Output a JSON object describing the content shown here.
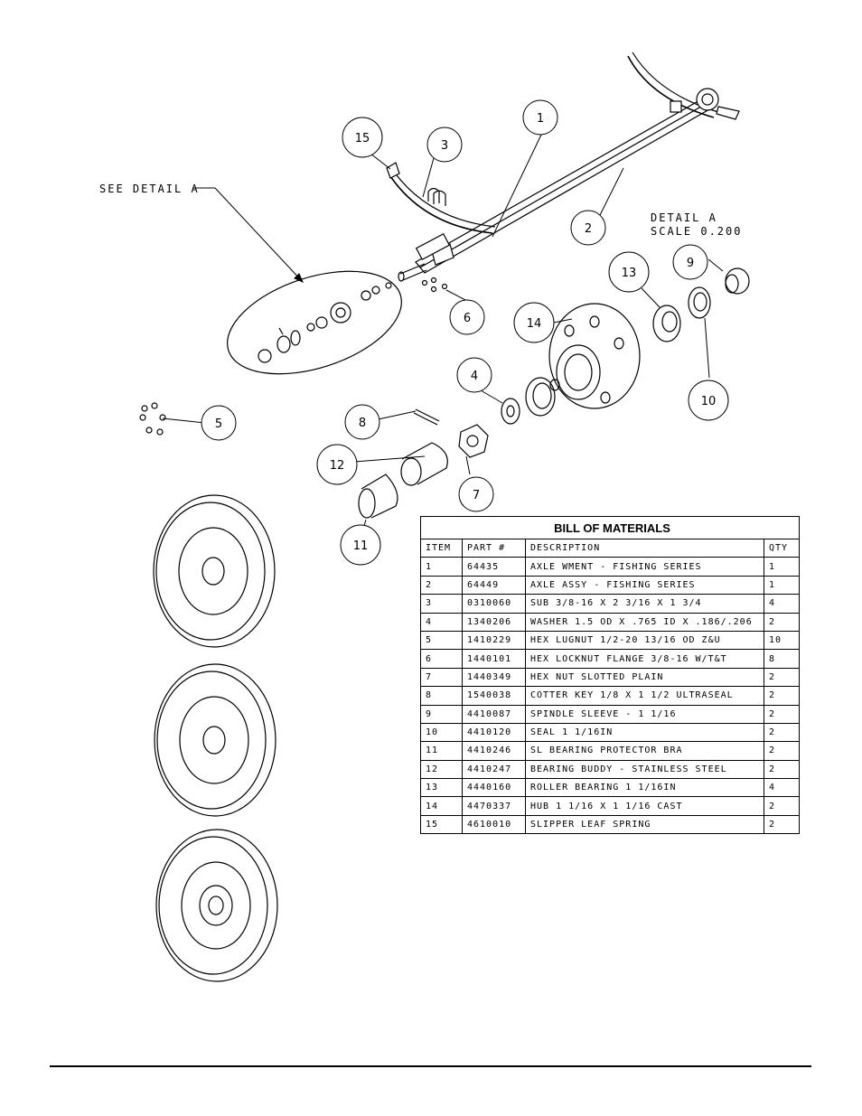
{
  "detail": {
    "see_detail": "SEE DETAIL  A",
    "title": "DETAIL  A",
    "scale": "SCALE  0.200"
  },
  "callouts": [
    "1",
    "2",
    "3",
    "4",
    "5",
    "6",
    "7",
    "8",
    "9",
    "10",
    "11",
    "12",
    "13",
    "14",
    "15"
  ],
  "bom": {
    "title": "BILL OF MATERIALS",
    "headers": [
      "ITEM",
      "PART #",
      "DESCRIPTION",
      "QTY"
    ],
    "rows": [
      [
        "1",
        "64435",
        "AXLE WMENT - FISHING SERIES",
        "1"
      ],
      [
        "2",
        "64449",
        "AXLE ASSY - FISHING SERIES",
        "1"
      ],
      [
        "3",
        "0310060",
        "SUB 3/8-16 X 2 3/16 X 1 3/4",
        "4"
      ],
      [
        "4",
        "1340206",
        "WASHER 1.5 OD X .765 ID X .186/.206",
        "2"
      ],
      [
        "5",
        "1410229",
        "HEX LUGNUT 1/2-20 13/16 OD Z&U",
        "10"
      ],
      [
        "6",
        "1440101",
        "HEX LOCKNUT FLANGE 3/8-16 W/T&T",
        "8"
      ],
      [
        "7",
        "1440349",
        "HEX NUT SLOTTED PLAIN",
        "2"
      ],
      [
        "8",
        "1540038",
        "COTTER KEY 1/8 X 1 1/2 ULTRASEAL",
        "2"
      ],
      [
        "9",
        "4410087",
        "SPINDLE SLEEVE - 1 1/16",
        "2"
      ],
      [
        "10",
        "4410120",
        "SEAL  1 1/16IN",
        "2"
      ],
      [
        "11",
        "4410246",
        "SL BEARING PROTECTOR BRA",
        "2"
      ],
      [
        "12",
        "4410247",
        "BEARING BUDDY - STAINLESS STEEL",
        "2"
      ],
      [
        "13",
        "4440160",
        "ROLLER BEARING   1 1/16IN",
        "4"
      ],
      [
        "14",
        "4470337",
        "HUB  1 1/16 X 1 1/16 CAST",
        "2"
      ],
      [
        "15",
        "4610010",
        "SLIPPER LEAF SPRING",
        "2"
      ]
    ]
  }
}
